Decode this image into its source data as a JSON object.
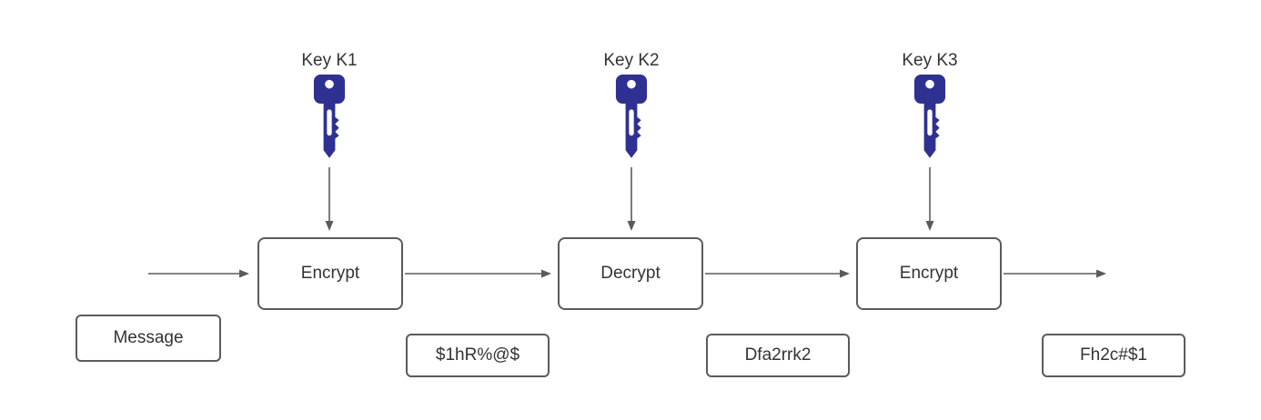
{
  "diagram": {
    "keys": [
      {
        "label": "Key K1"
      },
      {
        "label": "Key K2"
      },
      {
        "label": "Key K3"
      }
    ],
    "stages": [
      {
        "label": "Encrypt"
      },
      {
        "label": "Decrypt"
      },
      {
        "label": "Encrypt"
      }
    ],
    "data_labels": [
      {
        "label": "Message"
      },
      {
        "label": "$1hR%@$"
      },
      {
        "label": "Dfa2rrk2"
      },
      {
        "label": "Fh2c#$1"
      }
    ],
    "colors": {
      "key_color": "#2e3192",
      "box_border": "#5b5b5b",
      "arrow_color": "#5b5b5b",
      "text_color": "#333333",
      "background": "#ffffff"
    }
  }
}
